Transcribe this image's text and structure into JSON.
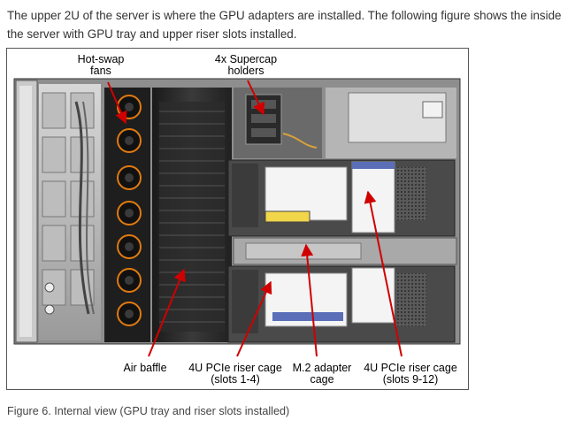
{
  "intro_text": "The upper 2U of the server is where the GPU adapters are installed. The following figure shows the inside the server with GPU tray and upper riser slots installed.",
  "figure": {
    "callouts": {
      "hot_swap_fans": [
        "Hot-swap",
        "fans"
      ],
      "supercap_holders": [
        "4x Supercap",
        "holders"
      ],
      "air_baffle": [
        "Air baffle"
      ],
      "riser_cage_1_4": [
        "4U PCIe riser cage",
        "(slots 1-4)"
      ],
      "m2_adapter_cage": [
        "M.2 adapter",
        "cage"
      ],
      "riser_cage_9_12": [
        "4U PCIe riser cage",
        "(slots 9-12)"
      ]
    }
  },
  "caption": "Figure 6. Internal view (GPU tray and riser slots installed)"
}
